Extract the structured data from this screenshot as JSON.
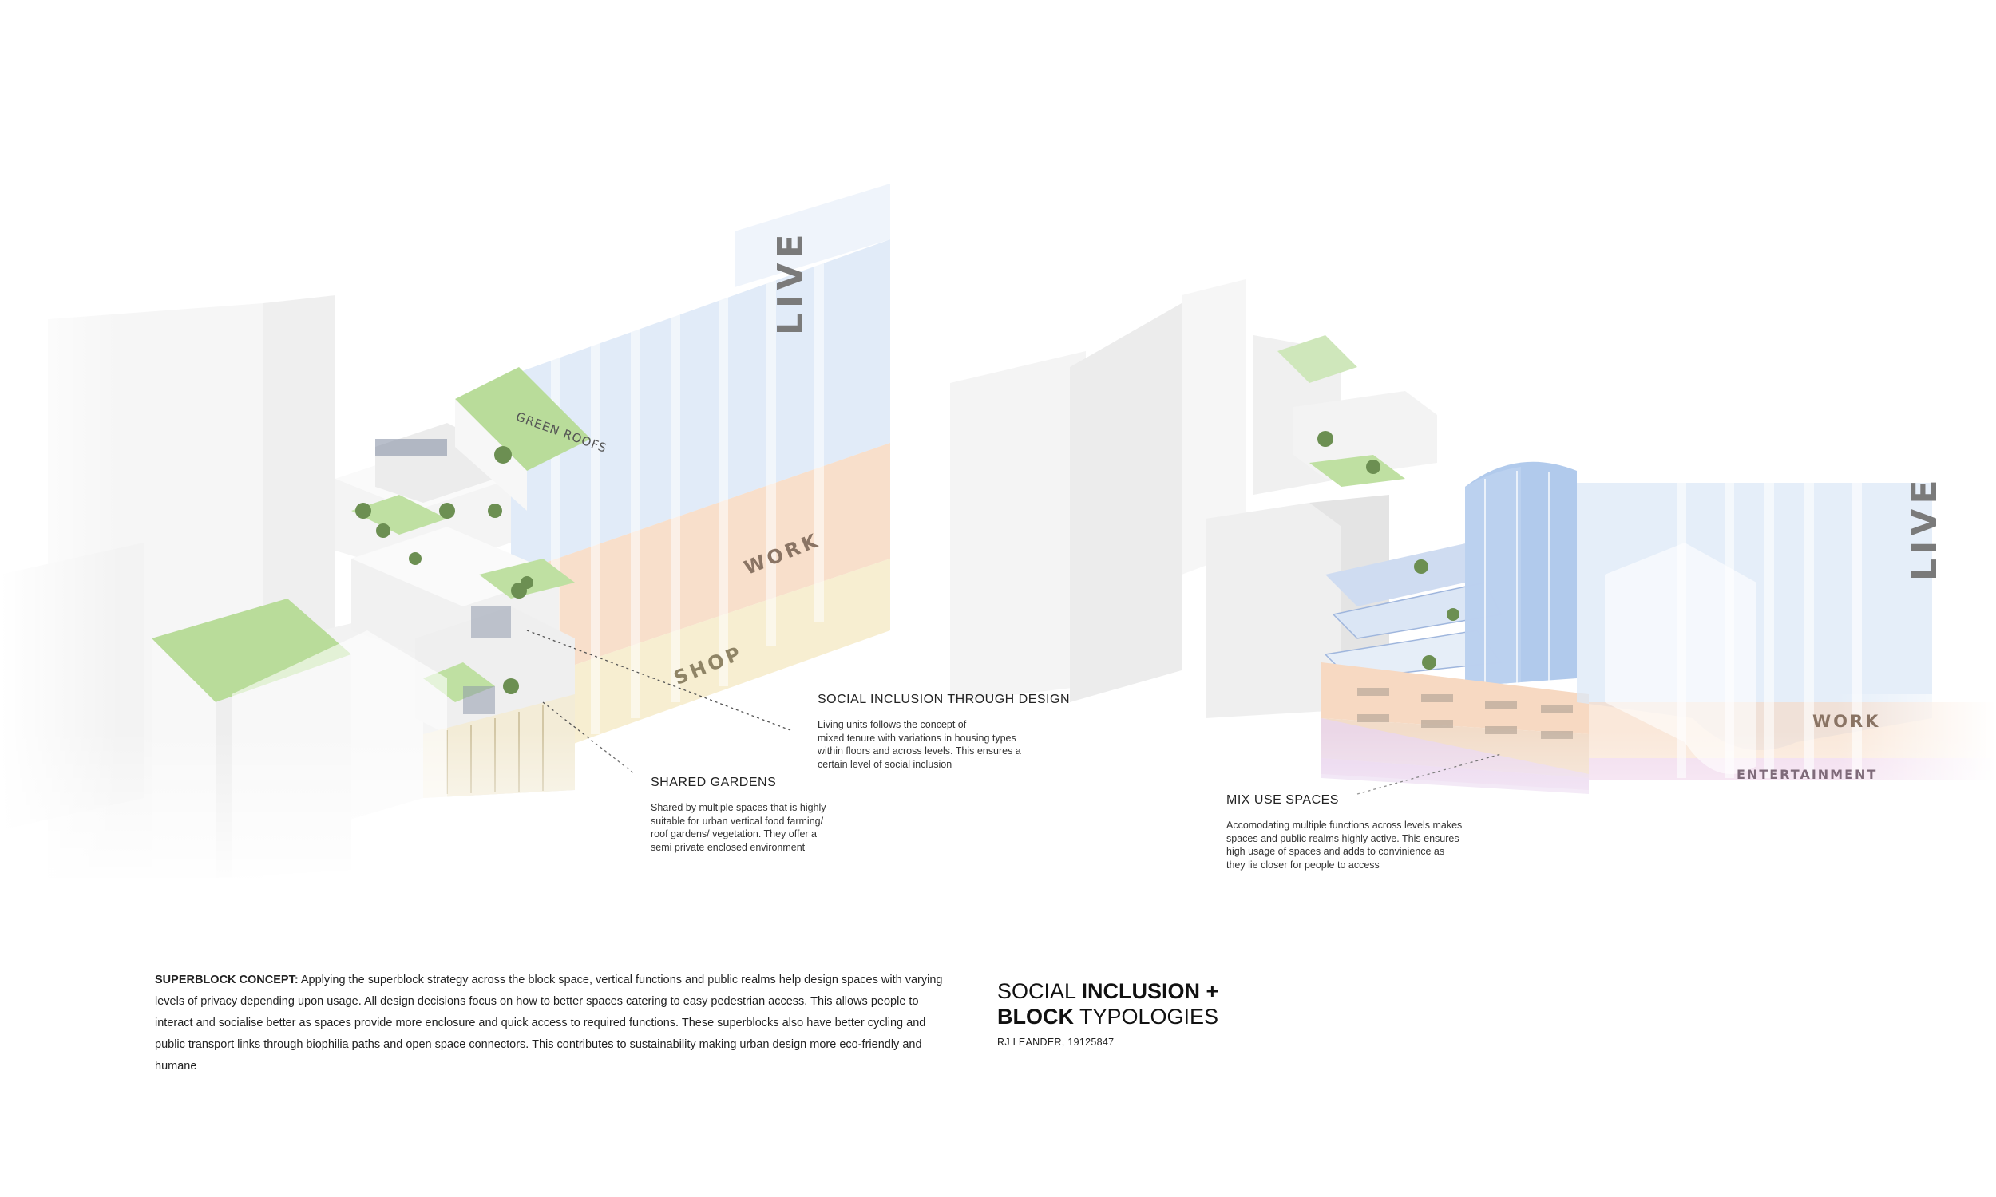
{
  "diagram": {
    "left_block": {
      "tags": {
        "live": "LIVE",
        "work": "WORK",
        "shop": "SHOP",
        "green_roofs": "GREEN ROOFS"
      },
      "annotations": [
        {
          "title": "SOCIAL INCLUSION THROUGH DESIGN",
          "body": "Living units follows the concept of\nmixed tenure with variations in housing types\nwithin floors and across levels. This ensures a\ncertain level of social inclusion"
        },
        {
          "title": "SHARED GARDENS",
          "body": "Shared by multiple spaces that is highly\nsuitable for urban vertical food farming/\nroof gardens/ vegetation. They offer a\nsemi private enclosed environment"
        }
      ]
    },
    "right_block": {
      "tags": {
        "live": "LIVE",
        "work": "WORK",
        "entertainment": "ENTERTAINMENT"
      },
      "annotations": [
        {
          "title": "MIX USE SPACES",
          "body": "Accomodating multiple functions across levels makes\nspaces and public realms highly active. This ensures\nhigh usage of spaces and adds to convinience as\nthey lie closer for people to access"
        }
      ]
    }
  },
  "concept": {
    "heading": "SUPERBLOCK CONCEPT:",
    "text": " Applying the superblock strategy across the block space, vertical functions and public realms help design spaces with varying levels of privacy depending upon usage. All design decisions focus on how to better spaces catering to easy pedestrian access. This allows people to interact and socialise better as spaces provide more enclosure and quick access to required functions. These superblocks also have better cycling and public transport links through biophilia paths and open space connectors. This contributes to sustainability making urban design more eco-friendly and humane"
  },
  "title_block": {
    "line1_light": "SOCIAL ",
    "line1_bold": "INCLUSION +",
    "line2_bold": "BLOCK",
    "line2_light": " TYPOLOGIES",
    "author": "RJ LEANDER, 19125847"
  },
  "colors": {
    "live": "#dce8f7",
    "work": "#f7d9c2",
    "shop": "#f6ebc9",
    "entertainment": "#efd3ea",
    "green_roof": "#b9dc9a",
    "glass_blue": "#a9c4ea",
    "tag_grey": "#7a7a7a"
  }
}
